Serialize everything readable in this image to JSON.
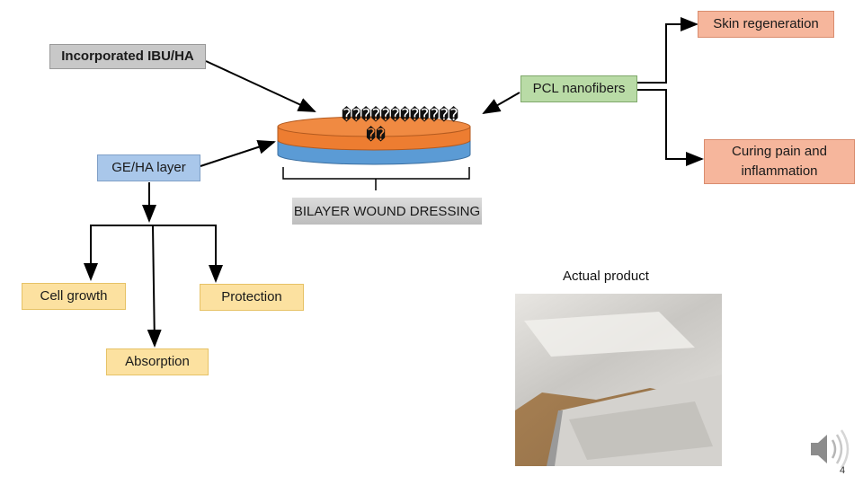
{
  "nodes": {
    "skin_regeneration": "Skin regeneration",
    "incorporated": "Incorporated IBU/HA",
    "pcl": "PCL nanofibers",
    "garbled_line1": "������������",
    "garbled_line2": "��",
    "ge_ha": "GE/HA layer",
    "curing": "Curing pain and inflammation",
    "bilayer": "BILAYER WOUND DRESSING",
    "cell_growth": "Cell growth",
    "protection": "Protection",
    "absorption": "Absorption",
    "actual_product": "Actual product"
  },
  "page_number": "4",
  "icons": {
    "speaker": "speaker-icon"
  },
  "colors": {
    "grey": "#c8c8c8",
    "green": "#b9dba6",
    "blue_box": "#a9c7ea",
    "salmon": "#f6b69c",
    "yellow": "#fce1a0",
    "orange_layer": "#ed7d31",
    "blue_layer": "#5b9bd5"
  }
}
